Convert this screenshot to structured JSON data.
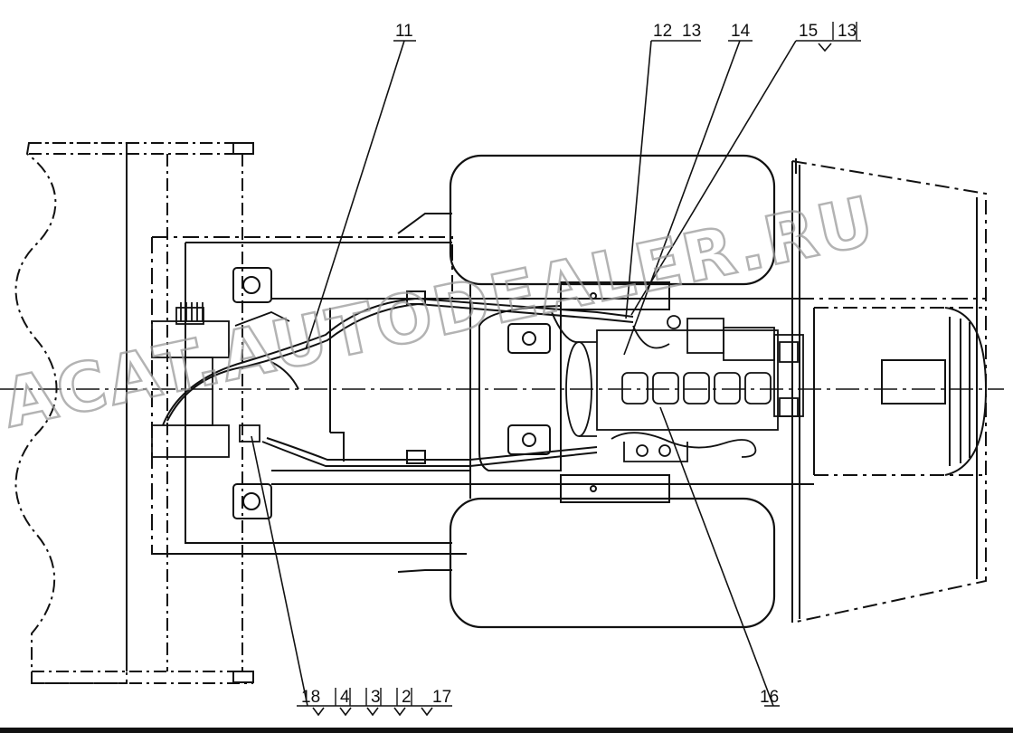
{
  "watermark": "ACAT.AUTODEALER.RU",
  "callouts": {
    "top": [
      "11",
      "12",
      "13",
      "14",
      "15",
      "13"
    ],
    "bottom": [
      "18",
      "4",
      "3",
      "2",
      "17",
      "16"
    ]
  },
  "colors": {
    "ink": "#111111",
    "watermark": "#9a9a9a",
    "background": "#ffffff"
  }
}
